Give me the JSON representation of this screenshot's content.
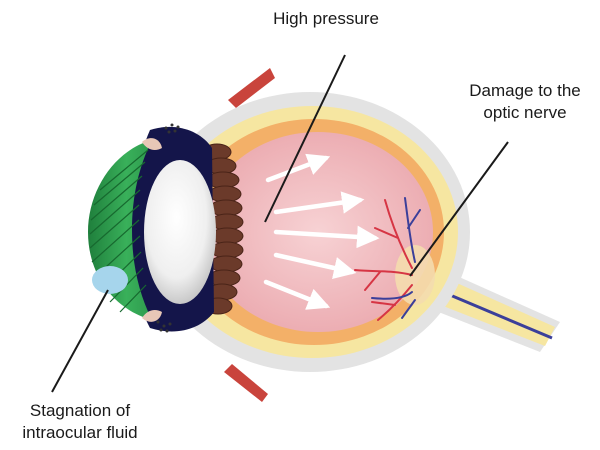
{
  "labels": {
    "high_pressure": "High pressure",
    "damage_line1": "Damage to the",
    "damage_line2": "optic nerve",
    "stagnation_line1": "Stagnation of",
    "stagnation_line2": "intraocular fluid"
  },
  "colors": {
    "sclera": "#e3e3e3",
    "choroid_yellow": "#f6e6a1",
    "retina_orange": "#f3b068",
    "vitreous_pink": "#f2bec1",
    "cornea_green": "#2e9a4e",
    "iris_navy": "#14154a",
    "lens": "#f1f1f1",
    "ciliary_brown": "#6b3a2a",
    "fluid_blue": "#a6d5ec",
    "optic_disc": "#f4dcae",
    "artery_red": "#d63544",
    "vein_blue": "#3b3f9a",
    "muscle_red": "#c9443c",
    "leader_line": "#1a1a1a"
  }
}
